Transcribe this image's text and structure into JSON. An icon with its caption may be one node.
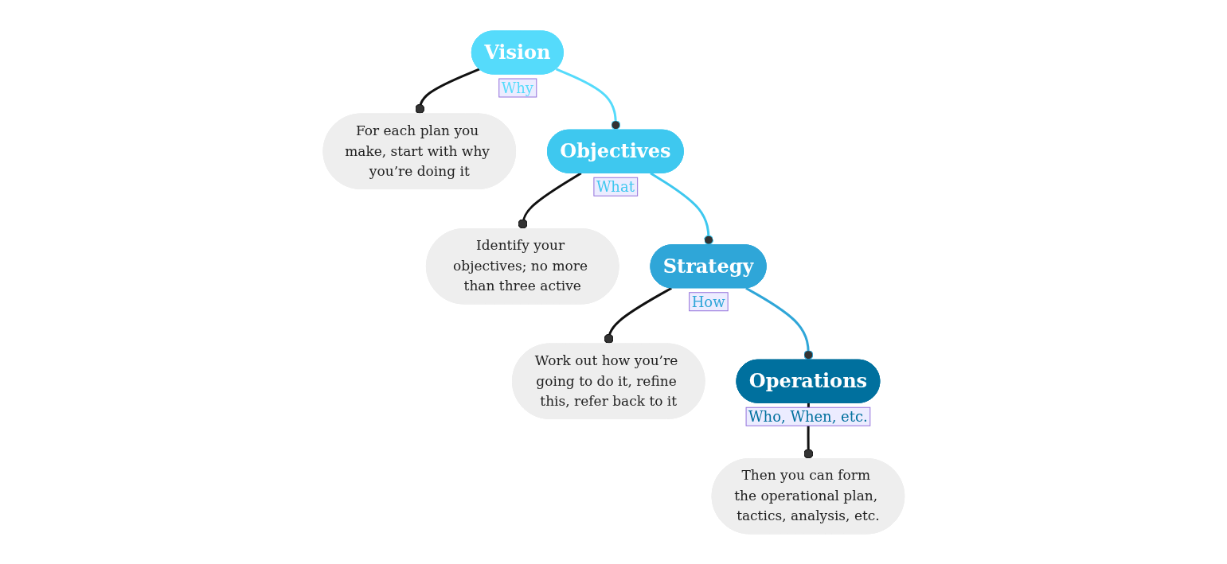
{
  "diagram": {
    "nodes": [
      {
        "text": [
          "Vision"
        ],
        "beside": [
          "Why"
        ]
      },
      {
        "text": [
          "For each plan you make, start with why you’re doing it"
        ]
      },
      {
        "text": [
          "Objectives"
        ],
        "beside": [
          "What"
        ]
      },
      {
        "text": [
          "Identify your objectives; no more than three active"
        ]
      },
      {
        "text": [
          "Strategy"
        ],
        "beside": [
          "How"
        ]
      },
      {
        "text": [
          "Work out how you’re going to do it, refine this, refer back to it"
        ]
      },
      {
        "text": [
          "Operations"
        ],
        "beside": [
          "Who, When, etc."
        ]
      },
      {
        "text": [
          "Then you can form the operational plan, tactics, analysis, etc."
        ]
      }
    ],
    "edges": [
      {
        "from": 0,
        "to": 1,
        "arrow": "other"
      },
      {
        "from": 0,
        "to": 2,
        "arrow": "other",
        "color": "#55dbfb"
      },
      {
        "from": 2,
        "to": 3,
        "arrow": "other"
      },
      {
        "from": 2,
        "to": 4,
        "arrow": "other",
        "color": "#3ec8ef"
      },
      {
        "from": 4,
        "to": 5,
        "arrow": "other"
      },
      {
        "from": 4,
        "to": 6,
        "arrow": "other",
        "color": "#2fa6d8"
      },
      {
        "from": 6,
        "to": 7,
        "arrow": "other"
      }
    ]
  }
}
